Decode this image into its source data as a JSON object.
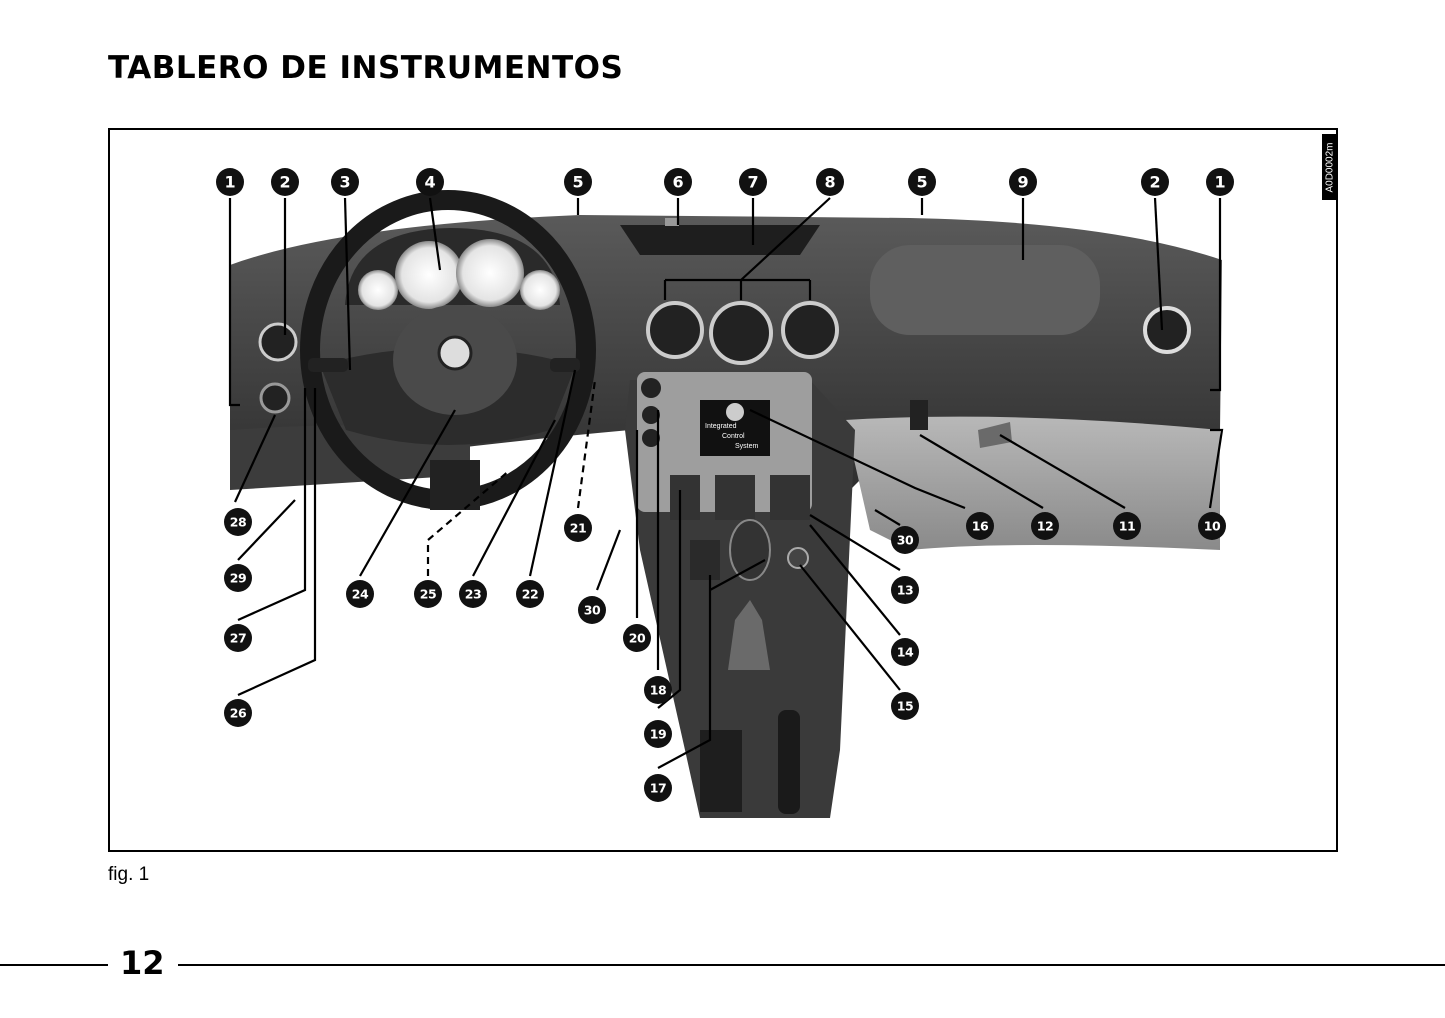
{
  "header": {
    "title": "TABLERO DE INSTRUMENTOS"
  },
  "figure": {
    "code": "A0D0002m",
    "caption": "fig. 1",
    "display_lines": [
      "Integrated",
      "Control",
      "System"
    ],
    "callouts": [
      "1",
      "2",
      "3",
      "4",
      "5",
      "6",
      "7",
      "8",
      "5",
      "9",
      "2",
      "1",
      "28",
      "29",
      "27",
      "26",
      "24",
      "25",
      "23",
      "22",
      "21",
      "30",
      "20",
      "18",
      "19",
      "17",
      "16",
      "12",
      "11",
      "10",
      "30",
      "13",
      "14",
      "15"
    ]
  },
  "footer": {
    "page_number": "12"
  }
}
